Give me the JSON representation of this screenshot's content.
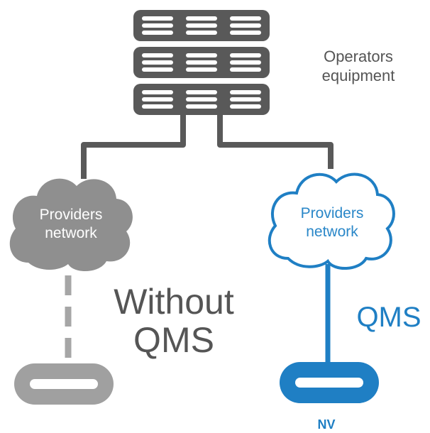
{
  "labels": {
    "operators_equipment_line1": "Operators",
    "operators_equipment_line2": "equipment",
    "left_cloud_line1": "Providers",
    "left_cloud_line2": "network",
    "right_cloud_line1": "Providers",
    "right_cloud_line2": "network",
    "without_line1": "Without",
    "without_line2": "QMS",
    "qms": "QMS",
    "nv": "NV"
  },
  "colors": {
    "gray": "#555555",
    "light_gray": "#999999",
    "blue": "#1f7fc4",
    "white": "#ffffff"
  },
  "icons": {
    "server_stack": "server-rack-icon",
    "cloud_left": "cloud-icon",
    "cloud_right": "cloud-icon",
    "device_left": "router-icon",
    "device_right": "router-icon"
  }
}
